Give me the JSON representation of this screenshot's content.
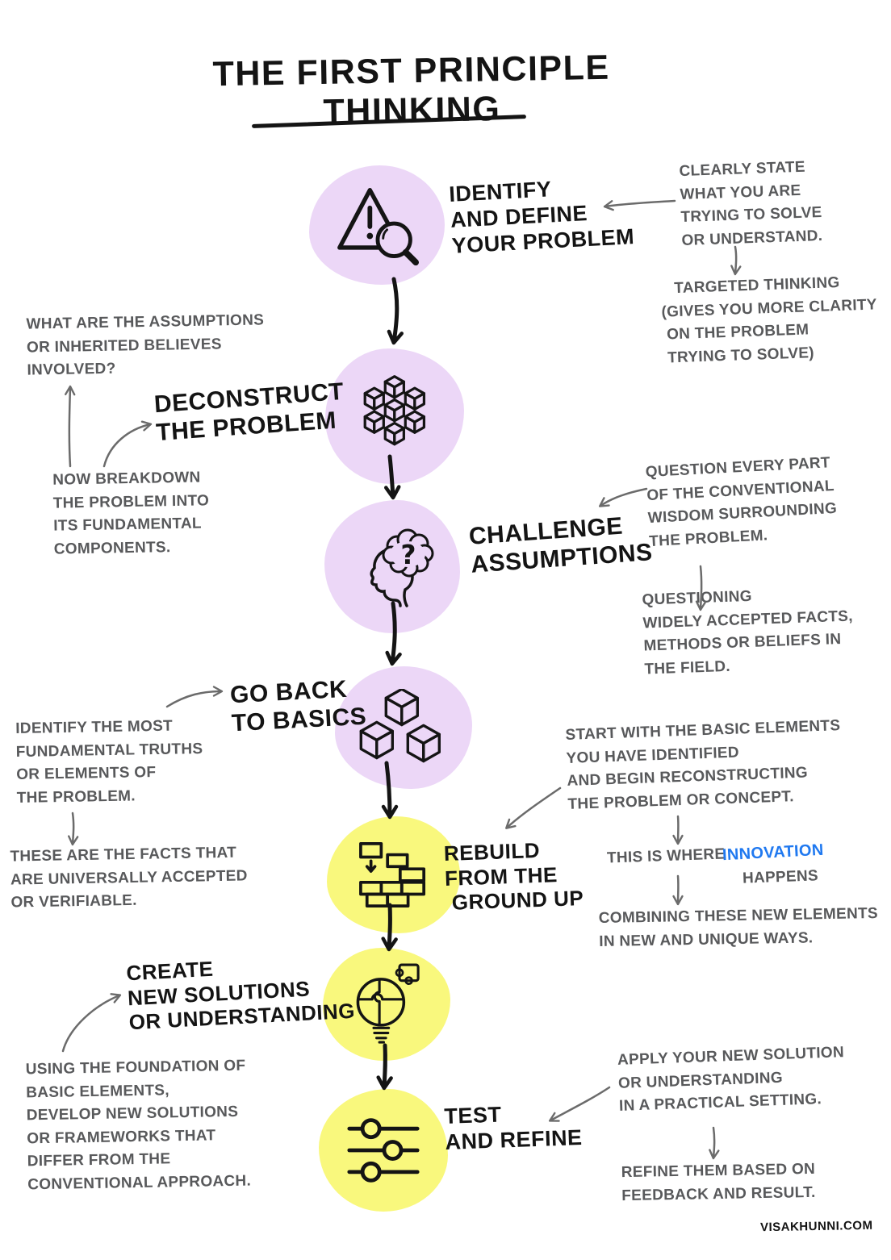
{
  "page": {
    "title": "THE FIRST PRINCIPLE THINKING",
    "credit": "VISAKHUNNI.COM"
  },
  "colors": {
    "purple_blob": "#ecd7f7",
    "yellow_blob": "#f9f87d",
    "ink": "#141414",
    "note": "#58595b",
    "accent_blue": "#2079f0",
    "arrow_gray": "#6b6b6b"
  },
  "icons": {
    "question_mark": "?"
  },
  "steps": [
    {
      "id": "identify",
      "label": "IDENTIFY\nAND DEFINE\nYOUR PROBLEM",
      "icon": "warning-search-icon",
      "blob": "purple"
    },
    {
      "id": "deconstruct",
      "label": "DECONSTRUCT\nTHE PROBLEM",
      "icon": "cubes-grid-icon",
      "blob": "purple"
    },
    {
      "id": "challenge",
      "label": "CHALLENGE\nASSUMPTIONS",
      "icon": "head-question-icon",
      "blob": "purple"
    },
    {
      "id": "basics",
      "label": "GO BACK\nTO BASICS",
      "icon": "three-cubes-icon",
      "blob": "purple"
    },
    {
      "id": "rebuild",
      "label": "REBUILD\nFROM THE\n GROUND UP",
      "icon": "brick-wall-icon",
      "blob": "yellow"
    },
    {
      "id": "create",
      "label": "CREATE\nNEW SOLUTIONS\nOR UNDERSTANDING",
      "icon": "puzzle-bulb-icon",
      "blob": "yellow"
    },
    {
      "id": "test",
      "label": "TEST\nAND REFINE",
      "icon": "sliders-icon",
      "blob": "yellow"
    }
  ],
  "notes": {
    "clearly_state": "CLEARLY STATE\nWHAT YOU ARE\nTRYING TO SOLVE\nOR UNDERSTAND.",
    "targeted_thinking": "   TARGETED THINKING\n(GIVES YOU MORE CLARITY\n ON THE PROBLEM\n TRYING TO SOLVE)",
    "assumptions_question": "WHAT ARE THE ASSUMPTIONS\nOR INHERITED BELIEVES\nINVOLVED?",
    "breakdown": "NOW BREAKDOWN\nTHE PROBLEM INTO\nITS FUNDAMENTAL\nCOMPONENTS.",
    "question_every_part": "QUESTION EVERY PART\nOF THE CONVENTIONAL\nWISDOM SURROUNDING\nTHE PROBLEM.",
    "questioning_widely": "QUESTIONING\nWIDELY ACCEPTED FACTS,\nMETHODS OR BELIEFS IN\nTHE FIELD.",
    "identify_truths": "IDENTIFY THE MOST\nFUNDAMENTAL TRUTHS\nOR ELEMENTS OF\nTHE PROBLEM.",
    "universal_facts": "THESE ARE THE FACTS THAT\nARE UNIVERSALLY ACCEPTED\nOR VERIFIABLE.",
    "start_with_basics": "START WITH THE BASIC ELEMENTS\nYOU HAVE IDENTIFIED\nAND BEGIN RECONSTRUCTING\nTHE PROBLEM OR CONCEPT.",
    "this_is_where": "THIS IS WHERE",
    "innovation": "INNOVATION",
    "happens": "HAPPENS",
    "combining": "COMBINING THESE NEW ELEMENTS\nIN NEW AND UNIQUE WAYS.",
    "using_foundation": "USING THE FOUNDATION OF\nBASIC ELEMENTS,\nDEVELOP NEW SOLUTIONS\nOR FRAMEWORKS THAT\nDIFFER FROM THE\nCONVENTIONAL APPROACH.",
    "apply_solution": "APPLY YOUR NEW SOLUTION\nOR UNDERSTANDING\nIN A PRACTICAL SETTING.",
    "refine_feedback": "REFINE THEM BASED ON\nFEEDBACK AND RESULT."
  }
}
